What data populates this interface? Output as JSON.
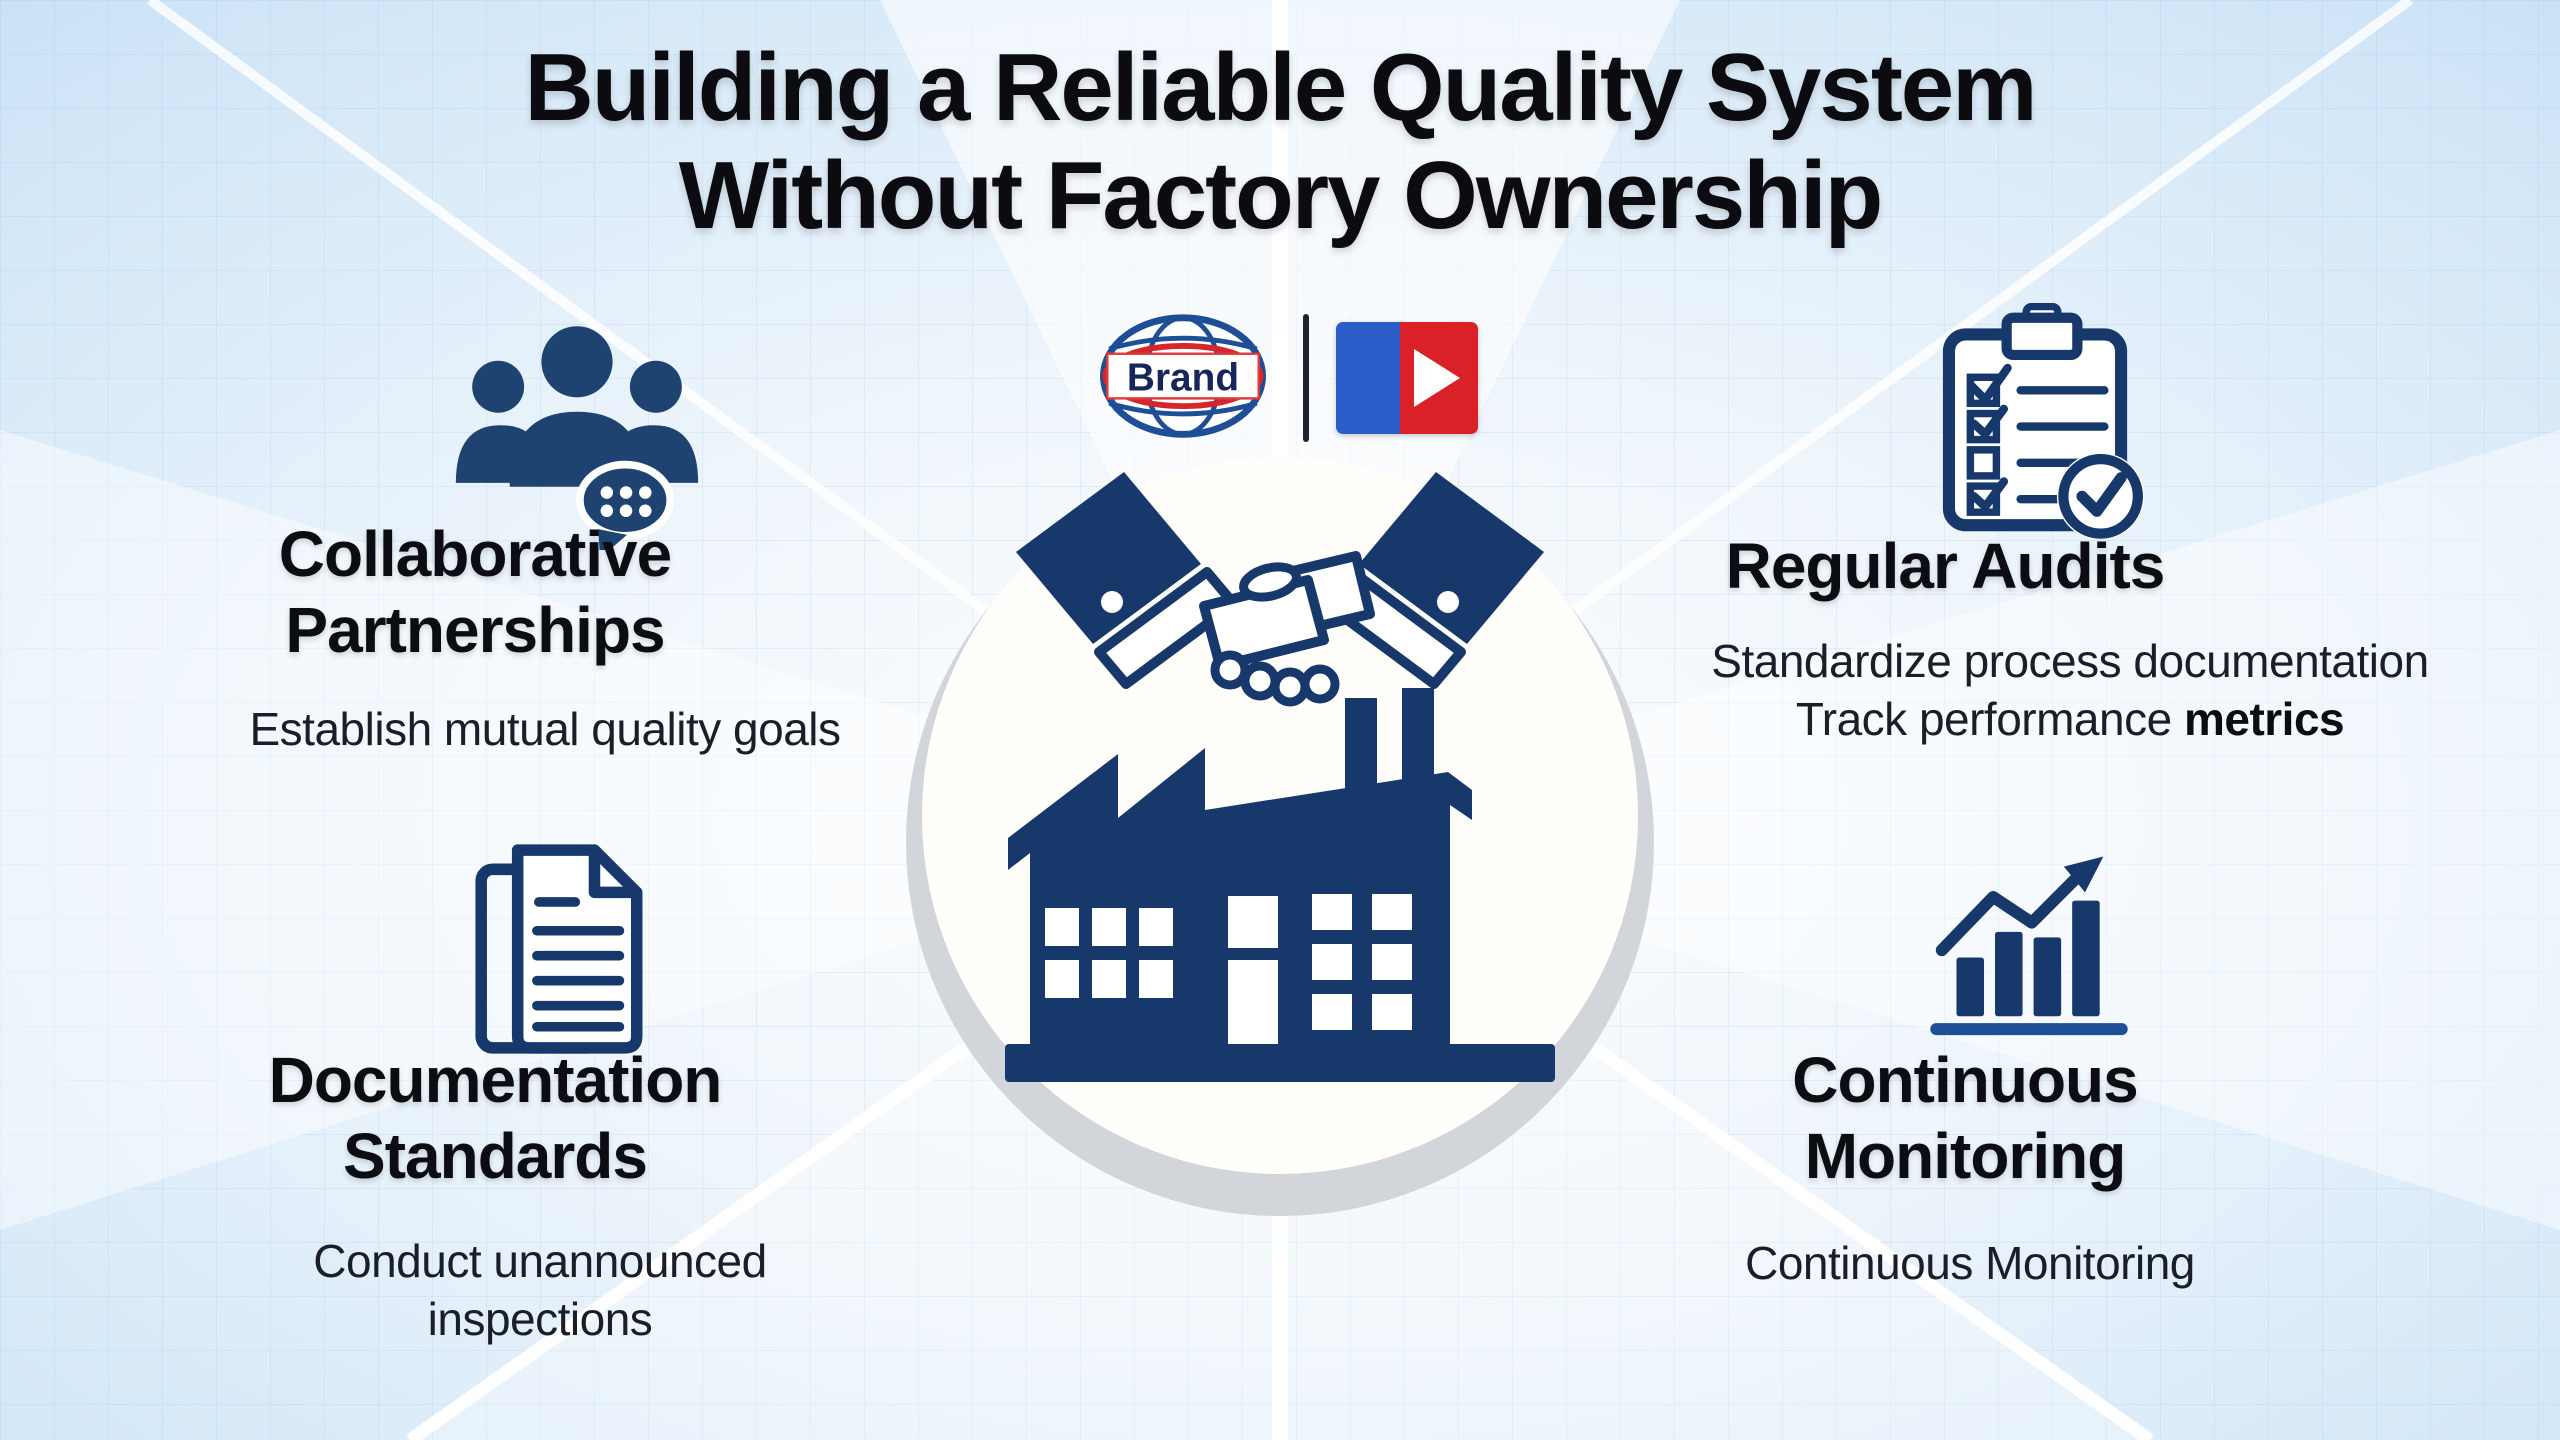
{
  "title": {
    "line1": "Building a Reliable Quality System",
    "line2": "Without Factory Ownership"
  },
  "center": {
    "brand_logo_text": "Brand",
    "icons": [
      "globe-brand-logo",
      "play-logo",
      "handshake-icon",
      "factory-icon"
    ]
  },
  "quadrants": {
    "tl": {
      "icon": "people-chat-icon",
      "heading_line1": "Collaborative",
      "heading_line2": "Partnerships",
      "description": "Establish mutual quality goals"
    },
    "tr": {
      "icon": "clipboard-checklist-icon",
      "heading": "Regular Audits",
      "description_line1": "Standardize process documentation",
      "description_line2": "Track performance ",
      "description_line2_bold": "metrics"
    },
    "bl": {
      "icon": "documents-icon",
      "heading_line1": "Documentation",
      "heading_line2": "Standards",
      "description_line1": "Conduct unannounced",
      "description_line2": "inspections"
    },
    "br": {
      "icon": "bar-chart-growth-icon",
      "heading_line1": "Continuous",
      "heading_line2": "Monitoring",
      "description": "Continuous Monitoring"
    }
  },
  "colors": {
    "navy": "#17386b",
    "background_blue": "#cde3f7",
    "logo_blue": "#2b5cc7",
    "logo_red": "#da2127",
    "title_text": "#0b0b10",
    "body_text": "#1b1e27",
    "circle_ring_gray": "#d2d5d9"
  }
}
